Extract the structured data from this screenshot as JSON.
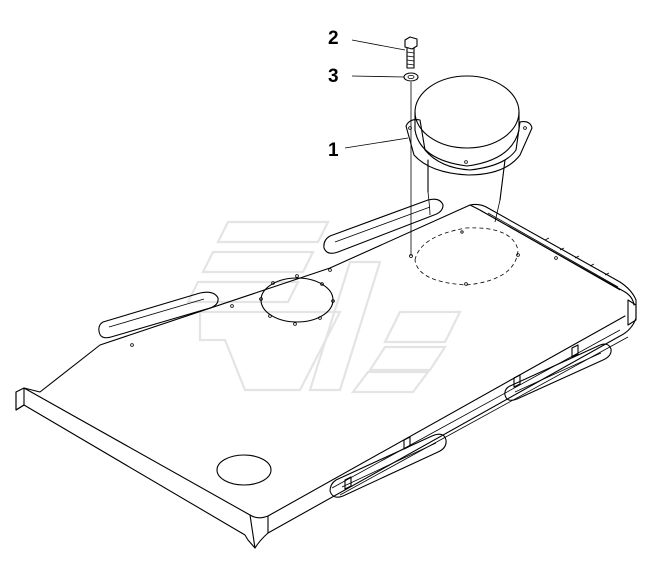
{
  "callouts": [
    {
      "id": "part-1",
      "label": "1"
    },
    {
      "id": "part-2",
      "label": "2"
    },
    {
      "id": "part-3",
      "label": "3"
    }
  ],
  "colors": {
    "line": "#000000",
    "background": "#ffffff",
    "watermark": "#e4e4e4"
  }
}
